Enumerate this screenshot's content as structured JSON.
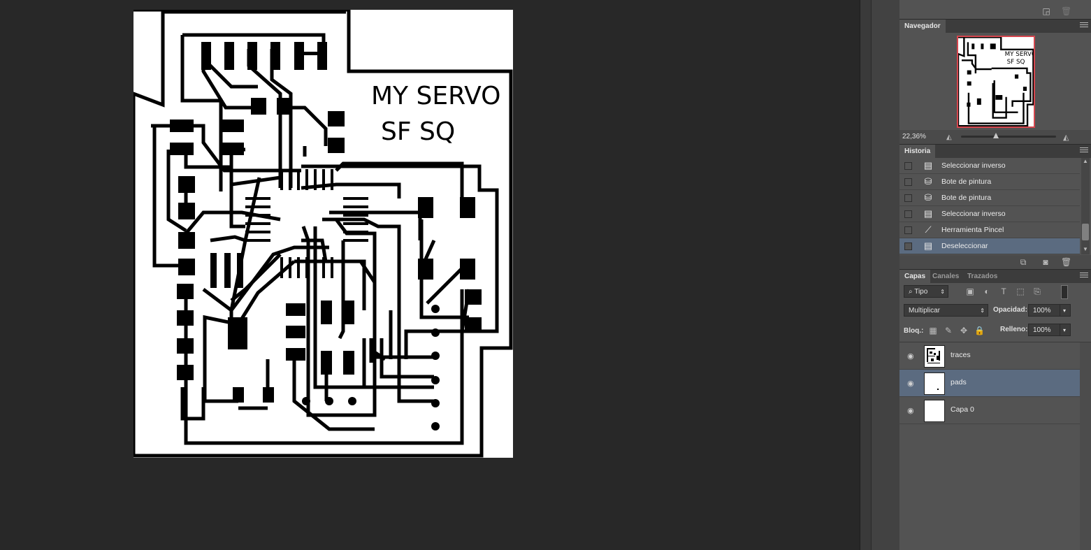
{
  "canvas": {
    "board_text_line1": "MY SERVO",
    "board_text_line2": "SF SQ"
  },
  "navigator": {
    "tab_label": "Navegador",
    "zoom": "22,36%",
    "zoom_fraction": 0.37,
    "thumb_text_line1": "MY SERVO",
    "thumb_text_line2": "SF SQ"
  },
  "history": {
    "tab_label": "Historia",
    "items": [
      {
        "label": "Seleccionar inverso",
        "icon": "document-icon"
      },
      {
        "label": "Bote de pintura",
        "icon": "paint-bucket-icon"
      },
      {
        "label": "Bote de pintura",
        "icon": "paint-bucket-icon"
      },
      {
        "label": "Seleccionar inverso",
        "icon": "document-icon"
      },
      {
        "label": "Herramienta Pincel",
        "icon": "brush-icon"
      },
      {
        "label": "Deseleccionar",
        "icon": "document-icon",
        "selected": true
      }
    ]
  },
  "layers": {
    "tabs": [
      "Capas",
      "Canales",
      "Trazados"
    ],
    "filter_label": "Tipo",
    "blend_mode": "Multiplicar",
    "opacity_label": "Opacidad:",
    "opacity_value": "100%",
    "lock_label": "Bloq.:",
    "fill_label": "Relleno:",
    "fill_value": "100%",
    "items": [
      {
        "name": "traces",
        "visible": true
      },
      {
        "name": "pads",
        "visible": true,
        "selected": true
      },
      {
        "name": "Capa 0",
        "visible": true
      }
    ]
  },
  "colors": {
    "workspace": "#282828",
    "panel": "#535353",
    "selection": "#5b6b80",
    "navigator_frame": "#d6474f"
  }
}
